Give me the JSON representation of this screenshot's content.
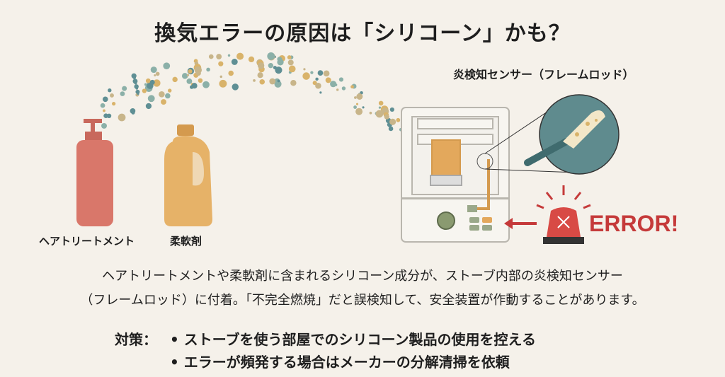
{
  "title": "換気エラーの原因は「シリコーン」かも？",
  "sensor_label": "炎検知センサー（フレームロッド）",
  "products": [
    {
      "label": "ヘアトリートメント"
    },
    {
      "label": "柔軟剤"
    }
  ],
  "error_text": "ERROR!",
  "description": [
    "ヘアトリートメントや柔軟剤に含まれるシリコーン成分が、ストーブ内部の炎検知センサー",
    "（フレームロッド）に付着。「不完全燃焼」だと誤検知して、安全装置が作動することがあります。"
  ],
  "countermeasures": {
    "label": "対策：",
    "items": [
      "ストーブを使う部屋でのシリコーン製品の使用を控える",
      "エラーが頻発する場合はメーカーの分解清掃を依頼"
    ]
  },
  "colors": {
    "background": "#f5f1ea",
    "error": "#c53a3a",
    "teal": "#5f8b8e",
    "treatment": "#d9776a",
    "softener": "#e6b268"
  }
}
